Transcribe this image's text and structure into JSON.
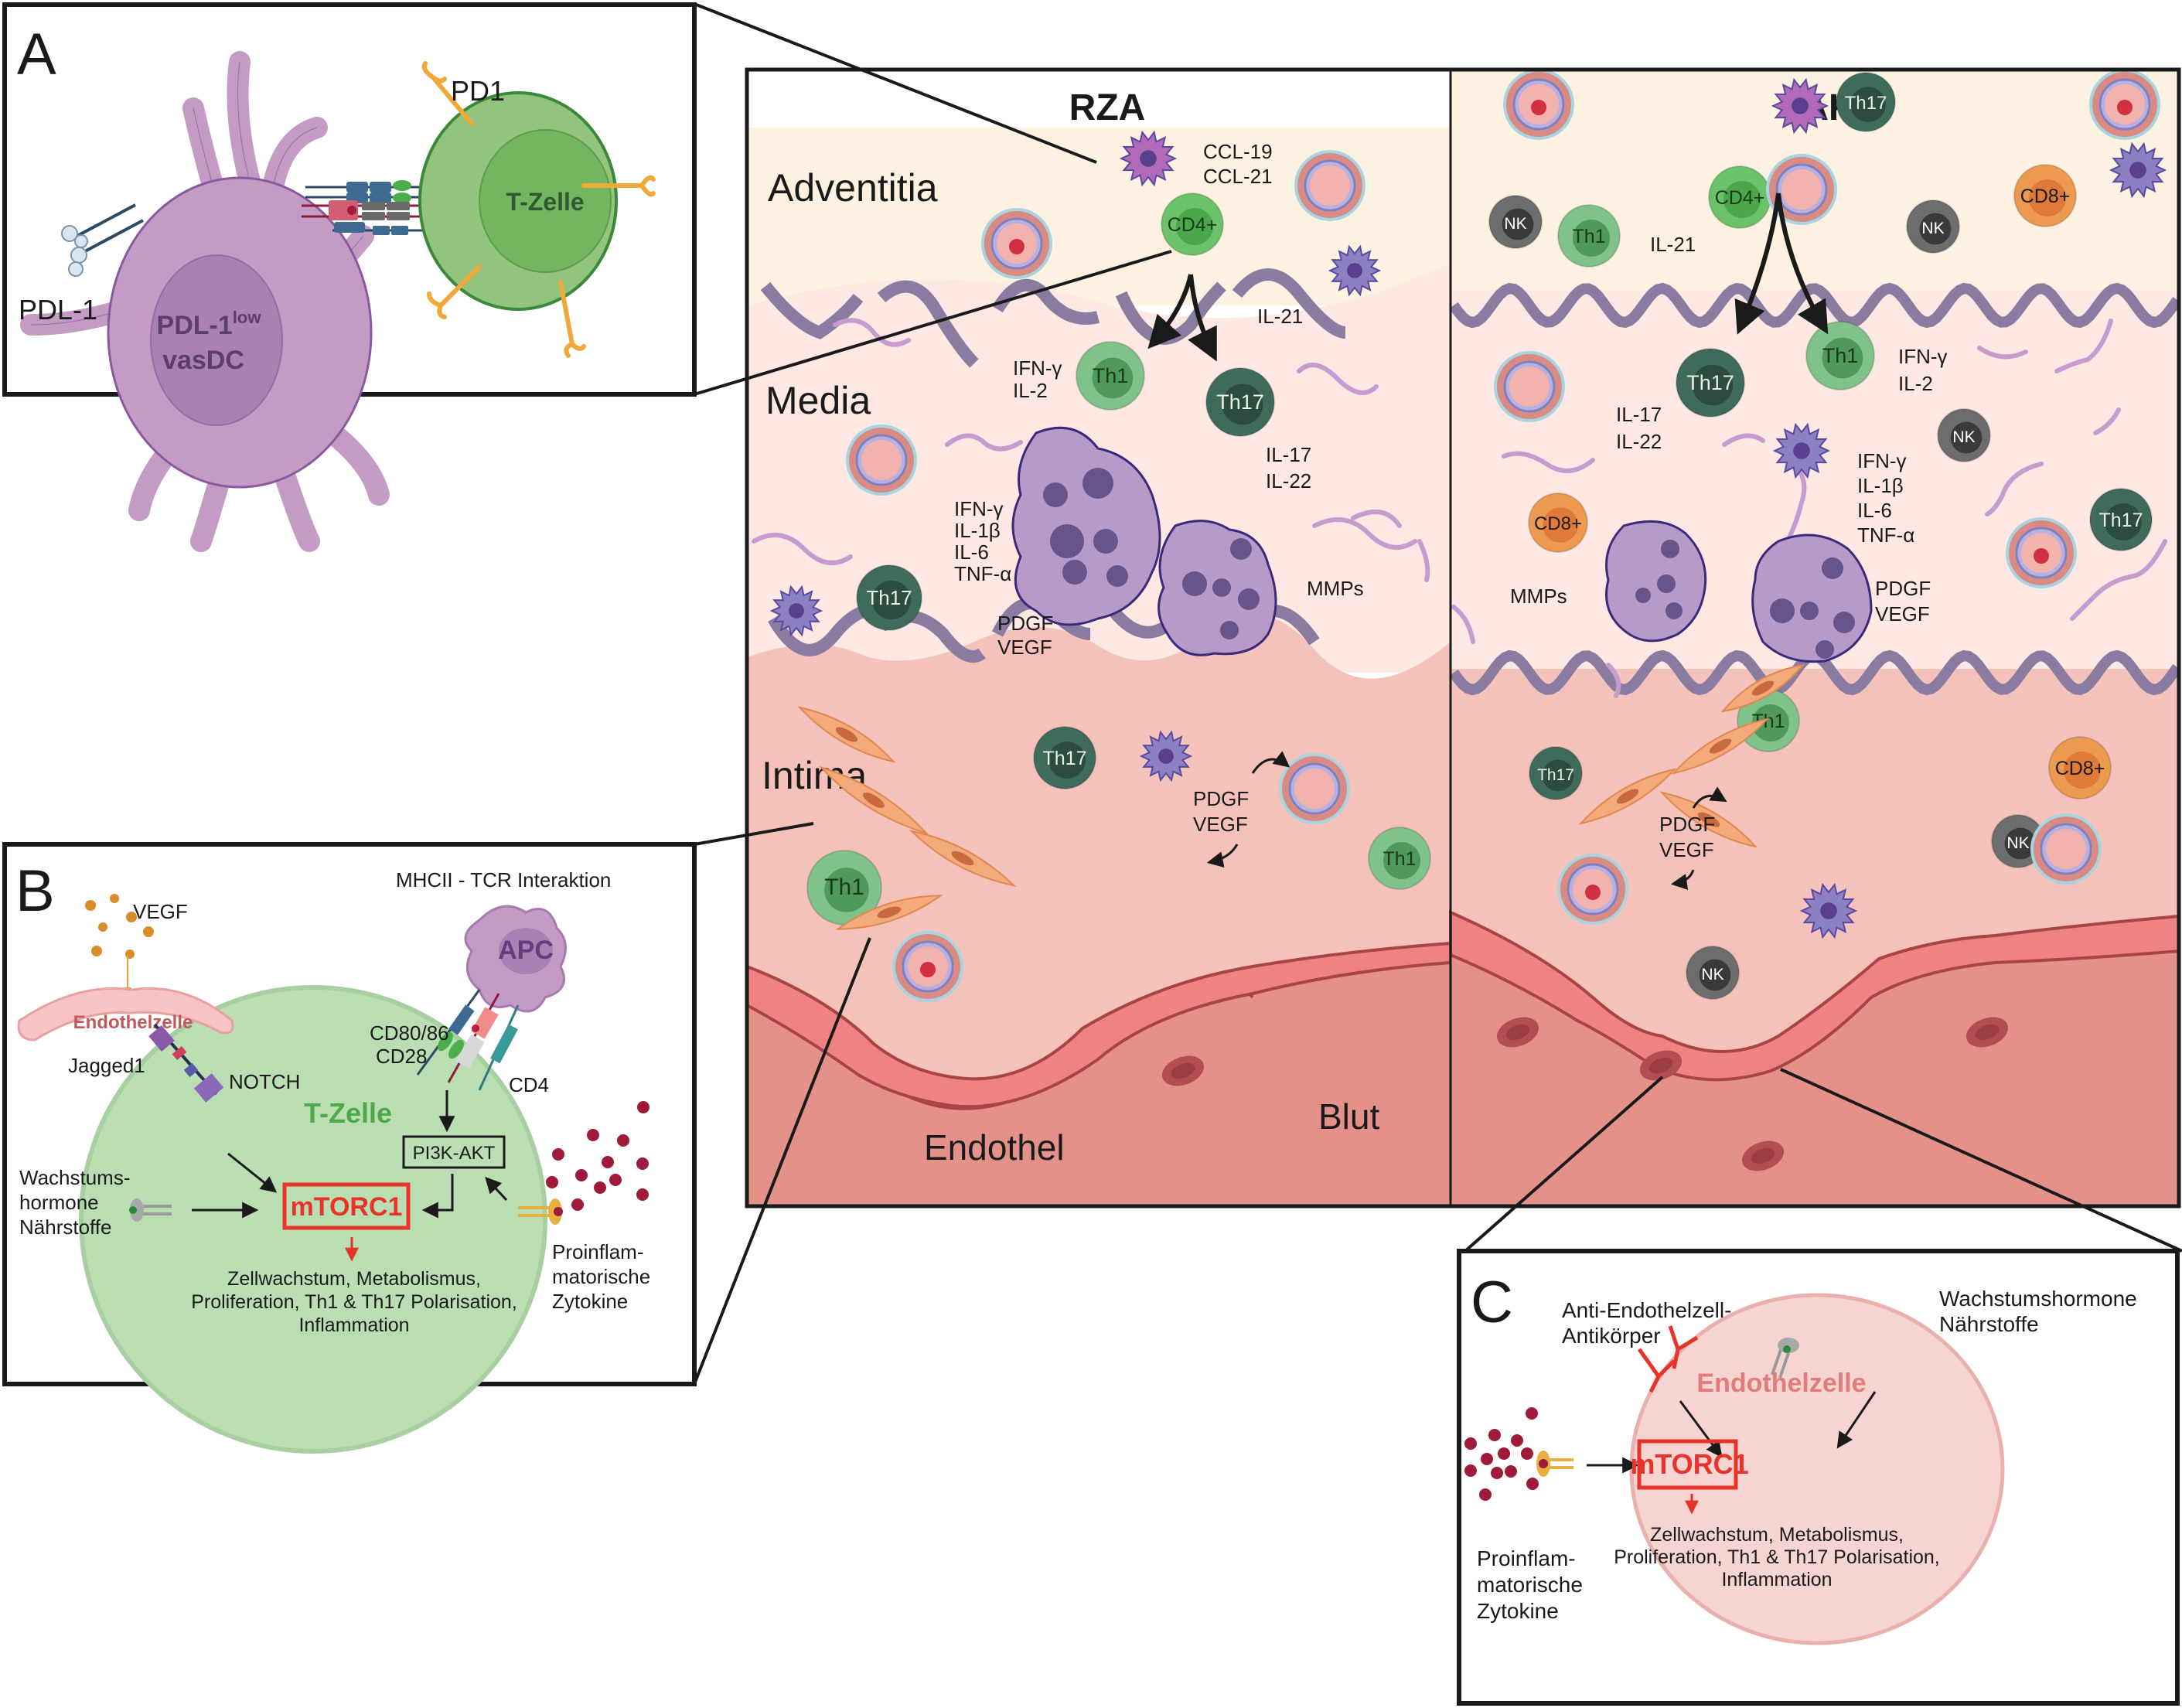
{
  "panel_a": {
    "letter": "A",
    "dc_label_line1": "PDL-1",
    "dc_label_sup": "low",
    "dc_label_line2": "vasDC",
    "tcell_label": "T-Zelle",
    "pd1_label": "PD1",
    "pdl1_label": "PDL-1"
  },
  "main": {
    "rza": {
      "title": "RZA",
      "layers": {
        "adventitia": "Adventitia",
        "media": "Media",
        "intima": "Intima",
        "endothel": "Endothel",
        "blood": "Blut"
      },
      "cells": {
        "cd4": "CD4+",
        "th1": "Th1",
        "th17": "Th17"
      },
      "cytokines": {
        "chemokines": [
          "CCL-19",
          "CCL-21"
        ],
        "il21": "IL-21",
        "th1": [
          "IFN-γ",
          "IL-2"
        ],
        "th17": [
          "IL-17",
          "IL-22"
        ],
        "macrophage": [
          "IFN-γ",
          "IL-1β",
          "IL-6",
          "TNF-α"
        ],
        "growth_media": [
          "PDGF",
          "VEGF"
        ],
        "mmps": "MMPs",
        "growth_intima": [
          "PDGF",
          "VEGF"
        ]
      }
    },
    "tak": {
      "title": "TAK",
      "cells": {
        "cd4": "CD4+",
        "th1": "Th1",
        "th17": "Th17",
        "nk": "NK",
        "cd8": "CD8+"
      },
      "cytokines": {
        "il21": "IL-21",
        "th1": [
          "IFN-γ",
          "IL-2"
        ],
        "th17": [
          "IL-17",
          "IL-22"
        ],
        "macrophage": [
          "IFN-γ",
          "IL-1β",
          "IL-6",
          "TNF-α"
        ],
        "growth_media": [
          "PDGF",
          "VEGF"
        ],
        "mmps": "MMPs",
        "growth_intima": [
          "PDGF",
          "VEGF"
        ]
      }
    }
  },
  "panel_b": {
    "letter": "B",
    "interaction_title": "MHCII - TCR Interaktion",
    "vegf": "VEGF",
    "endothelial_cell": "Endothelzelle",
    "jagged1": "Jagged1",
    "notch": "NOTCH",
    "apc": "APC",
    "cd80_86": "CD80/86",
    "cd28": "CD28",
    "cd4": "CD4",
    "tcell": "T-Zelle",
    "pi3k": "PI3K-AKT",
    "mtorc1": "mTORC1",
    "growth": [
      "Wachstums-",
      "hormone",
      "Nährstoffe"
    ],
    "cytokines": [
      "Proinflam-",
      "matorische",
      "Zytokine"
    ],
    "outcomes": [
      "Zellwachstum, Metabolismus,",
      "Proliferation, Th1 & Th17 Polarisation,",
      "Inflammation"
    ]
  },
  "panel_c": {
    "letter": "C",
    "antibodies": [
      "Anti-Endothelzell-",
      "Antikörper"
    ],
    "growth": [
      "Wachstumshormone",
      "Nährstoffe"
    ],
    "endothelial_cell": "Endothelzelle",
    "mtorc1": "mTORC1",
    "cytokines": [
      "Proinflam-",
      "matorische",
      "Zytokine"
    ],
    "outcomes": [
      "Zellwachstum, Metabolismus,",
      "Proliferation, Th1 & Th17 Polarisation,",
      "Inflammation"
    ]
  },
  "colors": {
    "adventitia_bg": "#fdf2e2",
    "media_bg": "#fde8e3",
    "intima_bg": "#f4c2bb",
    "blood_bg": "#e4918a",
    "endothelium": "#ef8383",
    "elastic_lamina": "#8a7ca0",
    "th1": "#7fc28a",
    "th17": "#3f6b5b",
    "cd4": "#6cc16b",
    "cd8": "#ec9a4f",
    "nk": "#6d6d6d",
    "macrophage": "#b69bc9",
    "dendritic": "#8c7fc2",
    "mtorc_red": "#e8332a",
    "growth_green": "#4fa84a",
    "cytokine_red": "#c0303a",
    "vegf_orange": "#e8a23c"
  }
}
